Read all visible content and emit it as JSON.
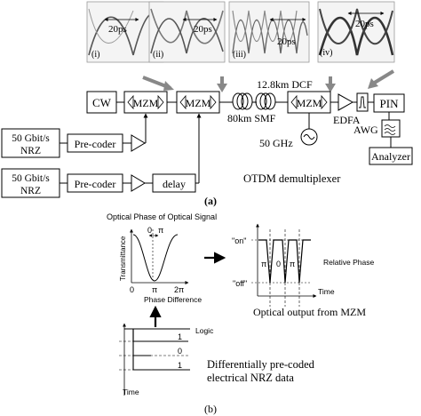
{
  "eye_panels": [
    {
      "id": "(i)",
      "period": "20ps"
    },
    {
      "id": "(ii)",
      "period": "20ps"
    },
    {
      "id": "(iii)",
      "period": "20ps"
    },
    {
      "id": "(iv)",
      "period": "20ps"
    }
  ],
  "setup": {
    "cw": "CW",
    "mzm": "MZM",
    "dcf": "12.8km DCF",
    "smf": "80km SMF",
    "edfa": "EDFA",
    "pin": "PIN",
    "awg": "AWG",
    "analyzer": "Analyzer",
    "rf": "50 GHz",
    "demux": "OTDM demultiplexer",
    "source_line1": "50 Gbit/s",
    "source_line2": "NRZ",
    "precoder": "Pre-coder",
    "delay": "delay",
    "caption": "(a)"
  },
  "principle": {
    "optical_phase_title": "Optical Phase of Optical Signal",
    "phase_0": "0",
    "phase_pi": "π",
    "transmittance": "Transmittance",
    "x_0": "0",
    "x_pi": "π",
    "x_2pi": "2π",
    "phase_difference": "Phase Difference",
    "on": "\"on\"",
    "off": "\"off\"",
    "out_pi": "π",
    "out_0": "0",
    "out_pi2": "π",
    "relative_phase": "Relative Phase",
    "time": "Time",
    "optical_output": "Optical output from MZM",
    "logic": "Logic",
    "logic_1": "1",
    "logic_0": "0",
    "logic_1b": "1",
    "time2": "Time",
    "diff_line1": "Differentially pre-coded",
    "diff_line2": "electrical NRZ data",
    "caption": "(b)"
  }
}
